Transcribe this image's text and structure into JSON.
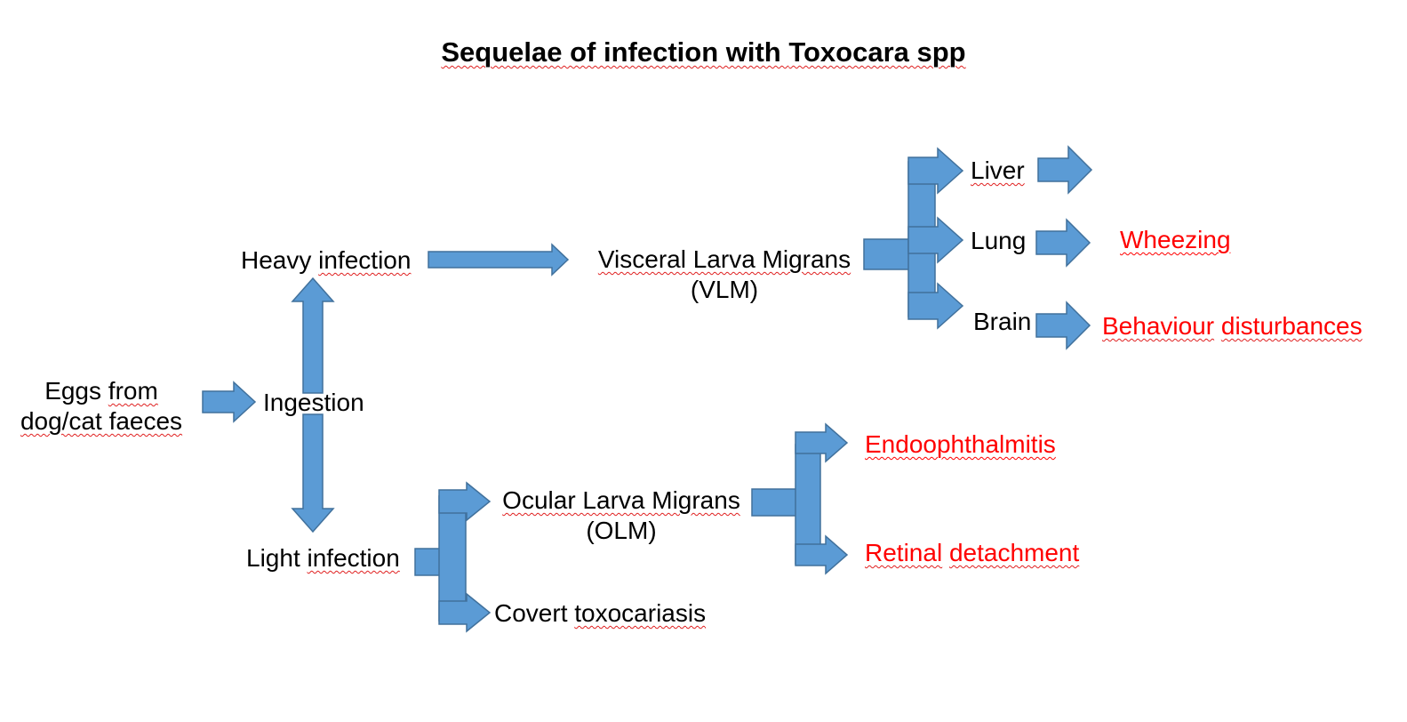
{
  "title": {
    "pre": "Sequelae of infection with ",
    "underlined": "Toxocara spp"
  },
  "nodes": {
    "eggs": {
      "line1_a": "Eggs ",
      "line1_b": "from",
      "line2": "dog/cat faeces"
    },
    "ingestion": "Ingestion",
    "heavy": {
      "a": "Heavy ",
      "b": "infection"
    },
    "light": {
      "a": "Light ",
      "b": "infection"
    },
    "vlm": {
      "line1": "Visceral Larva Migrans",
      "line2": "(VLM)"
    },
    "olm": {
      "line1": "Ocular Larva Migrans",
      "line2": "(OLM)"
    },
    "covert": {
      "a": "Covert ",
      "b": "toxocariasis"
    },
    "liver": "Liver",
    "lung": "Lung",
    "brain": "Brain",
    "wheezing": "Wheezing",
    "behaviour": {
      "a": "Behaviour",
      "b": " ",
      "c": "disturbances"
    },
    "endo": "Endoophthalmitis",
    "retinal": {
      "a": "Retinal",
      "b": " ",
      "c": "detachment"
    }
  },
  "colors": {
    "arrow_fill": "#5b9bd5",
    "arrow_stroke": "#41719c",
    "outcome_text": "#ff0000",
    "text": "#000000"
  }
}
